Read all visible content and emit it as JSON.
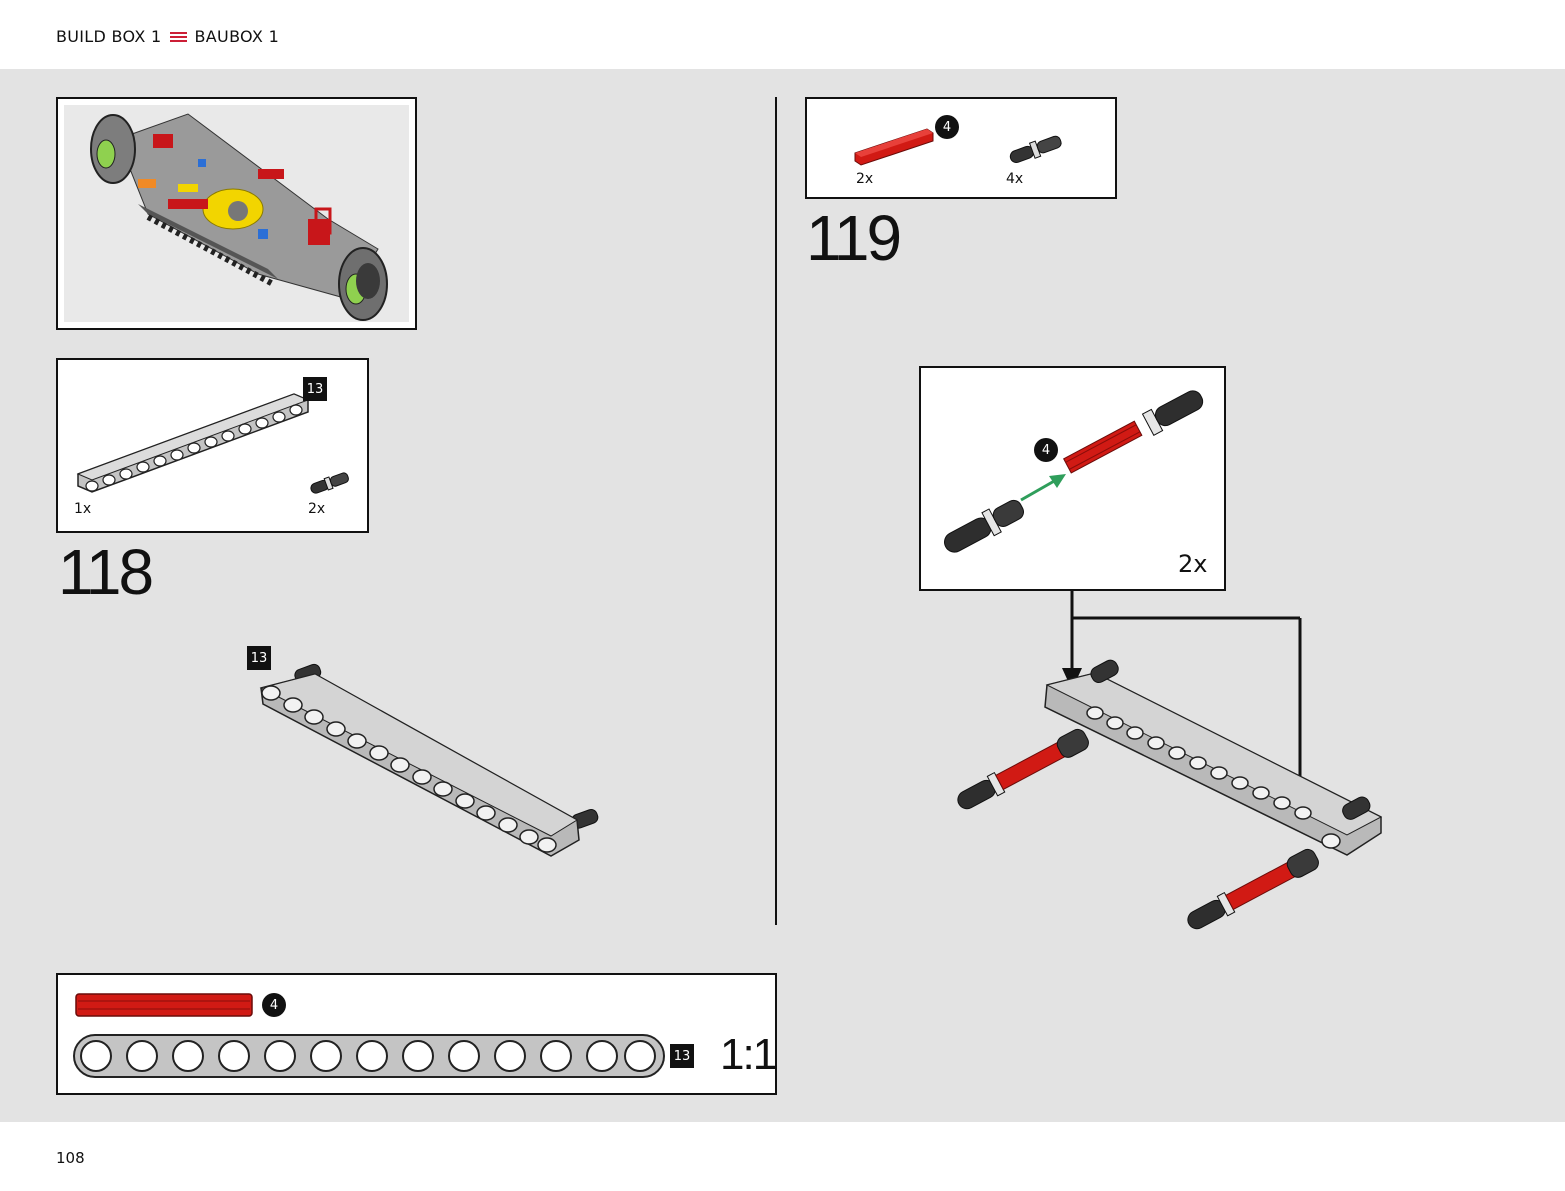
{
  "header": {
    "build_box_en": "BUILD BOX 1",
    "build_box_de": "BAUBOX 1",
    "menu_icon": "menu-lines-icon",
    "accent_color": "#cc1f36"
  },
  "step_118": {
    "number": "118",
    "parts": [
      {
        "name": "beam-13",
        "qty": "1x",
        "badge": "13"
      },
      {
        "name": "axle-pin",
        "qty": "2x"
      }
    ],
    "assembly_badge": "13"
  },
  "step_119": {
    "number": "119",
    "parts": [
      {
        "name": "axle-4-red",
        "qty": "2x",
        "badge": "4"
      },
      {
        "name": "axle-pin",
        "qty": "4x"
      }
    ],
    "sub_assembly": {
      "badge": "4",
      "multiplier": "2x"
    }
  },
  "scale_box": {
    "axle_length": "4",
    "beam_length": "13",
    "scale": "1:1",
    "beam_holes": 13
  },
  "footer": {
    "page_number": "108"
  },
  "colors": {
    "red_part": "#d11a14",
    "gray_part": "#c4c4c4",
    "arrow_green": "#2f9e5b"
  }
}
